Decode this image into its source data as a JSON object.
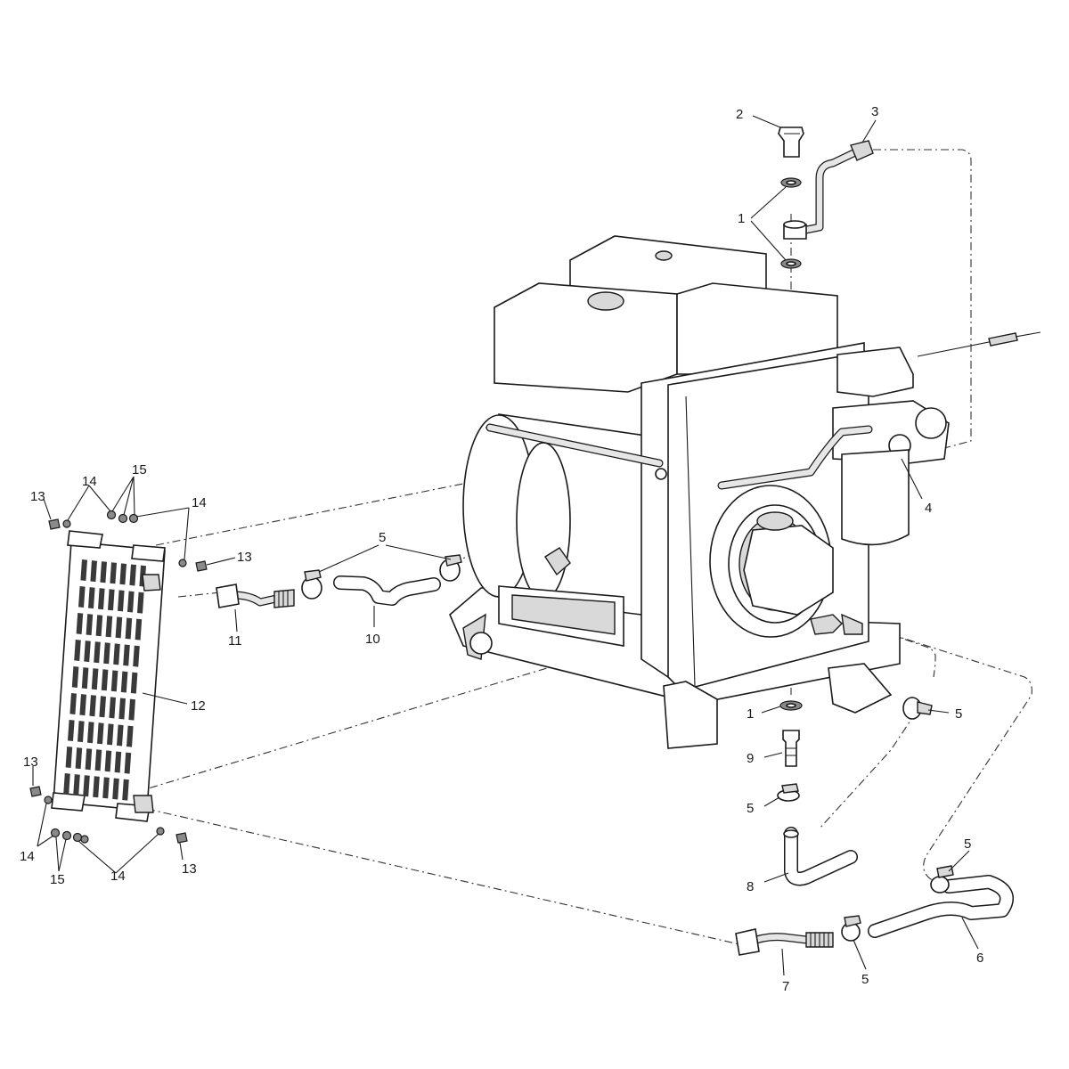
{
  "callouts": [
    {
      "id": "c2",
      "label": "2"
    },
    {
      "id": "c3",
      "label": "3"
    },
    {
      "id": "c1a",
      "label": "1"
    },
    {
      "id": "c4",
      "label": "4"
    },
    {
      "id": "c1b",
      "label": "1"
    },
    {
      "id": "c9",
      "label": "9"
    },
    {
      "id": "c5a",
      "label": "5"
    },
    {
      "id": "c5b",
      "label": "5"
    },
    {
      "id": "c5c",
      "label": "5"
    },
    {
      "id": "c5d",
      "label": "5"
    },
    {
      "id": "c5e",
      "label": "5"
    },
    {
      "id": "c8",
      "label": "8"
    },
    {
      "id": "c6",
      "label": "6"
    },
    {
      "id": "c7",
      "label": "7"
    },
    {
      "id": "c10",
      "label": "10"
    },
    {
      "id": "c11",
      "label": "11"
    },
    {
      "id": "c12",
      "label": "12"
    },
    {
      "id": "c13a",
      "label": "13"
    },
    {
      "id": "c13b",
      "label": "13"
    },
    {
      "id": "c13c",
      "label": "13"
    },
    {
      "id": "c13d",
      "label": "13"
    },
    {
      "id": "c14a",
      "label": "14"
    },
    {
      "id": "c14b",
      "label": "14"
    },
    {
      "id": "c14c",
      "label": "14"
    },
    {
      "id": "c14d",
      "label": "14"
    },
    {
      "id": "c15a",
      "label": "15"
    },
    {
      "id": "c15b",
      "label": "15"
    }
  ]
}
